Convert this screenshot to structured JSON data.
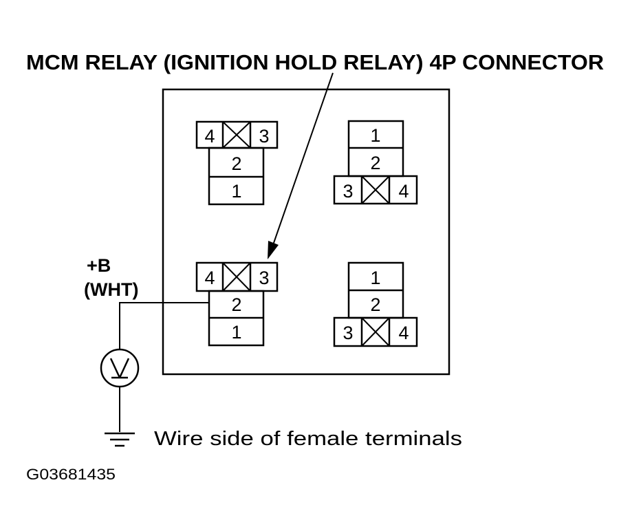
{
  "title": "MCM RELAY (IGNITION HOLD RELAY) 4P CONNECTOR",
  "probe": {
    "label_line1": "+B",
    "label_line2": "(WHT)"
  },
  "caption": "Wire side of female terminals",
  "figure_id": "G03681435",
  "connectors": [
    {
      "name": "top-left",
      "pins": {
        "p1": "1",
        "p2": "2",
        "p3": "3",
        "p4": "4"
      }
    },
    {
      "name": "top-right",
      "pins": {
        "p1": "1",
        "p2": "2",
        "p3": "3",
        "p4": "4"
      }
    },
    {
      "name": "bottom-left",
      "pins": {
        "p1": "1",
        "p2": "2",
        "p3": "3",
        "p4": "4"
      }
    },
    {
      "name": "bottom-right",
      "pins": {
        "p1": "1",
        "p2": "2",
        "p3": "3",
        "p4": "4"
      }
    }
  ]
}
